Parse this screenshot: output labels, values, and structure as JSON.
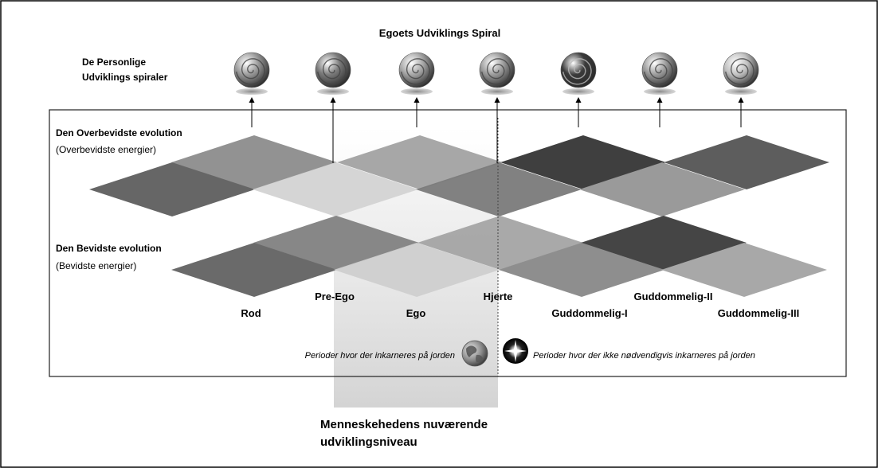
{
  "title": "Egoets Udviklings Spiral",
  "spirals_label": [
    "De Personlige",
    "Udviklings spiraler"
  ],
  "rows": {
    "upper_title": "Den Overbevidste evolution",
    "upper_sub": "(Overbevidste energier)",
    "lower_title": "Den Bevidste evolution",
    "lower_sub": "(Bevidste energier)"
  },
  "stages": {
    "rod": "Rod",
    "pre_ego": "Pre-Ego",
    "ego": "Ego",
    "hjerte": "Hjerte",
    "guddommelig_1": "Guddommelig-I",
    "guddommelig_2": "Guddommelig-II",
    "guddommelig_3": "Guddommelig-III"
  },
  "legend": {
    "earth_text": "Perioder hvor der inkarneres på jorden",
    "star_text": "Perioder hvor der ikke nødvendigvis inkarneres på jorden",
    "earth_icon": "earth-globe-icon",
    "star_icon": "bright-star-icon"
  },
  "highlight_caption": [
    "Menneskehedens nuværende",
    "udviklingsniveau"
  ],
  "spiral_shades": [
    "#9a9a9a",
    "#7a7a7a",
    "#a5a5a5",
    "#9a9a9a",
    "#3a3a3a",
    "#9a9a9a",
    "#c0c0c0"
  ],
  "colors": {
    "border": "#000000",
    "highlight": "#d9d9d9"
  }
}
